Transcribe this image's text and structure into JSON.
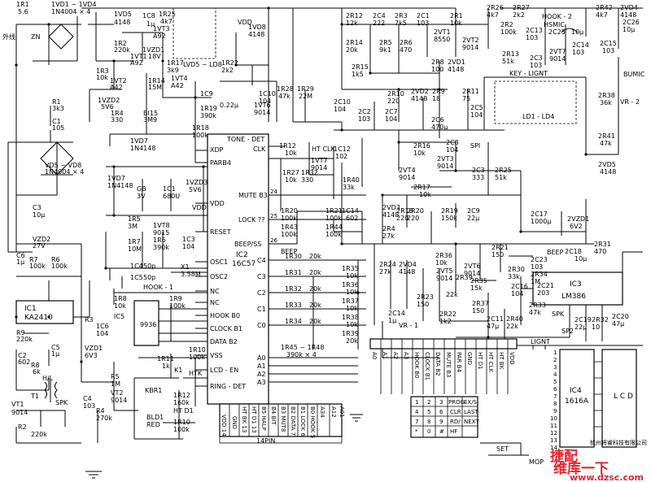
{
  "left": {
    "r1": "1R1",
    "r1v": "5.6",
    "vd1": "1VD1 ~ 1VD4",
    "vd1v": "1N4004 × 4",
    "ext": "外线",
    "zn": "ZN",
    "r2": "R1",
    "r2v": "3k3",
    "c1": "C1",
    "c1v": "105",
    "vd5": "VD5 ~ VD8",
    "vd5v": "1N4004 × 4",
    "c3": "C3",
    "c3v": "10μ",
    "vzd2": "VZD2",
    "vzd2v": "27V",
    "c6": "C6",
    "c6v": "1μ",
    "r7": "R7",
    "r7v": "100k",
    "r6": "R6",
    "r6v": "100k",
    "ic1": "IC1",
    "ic1v": "KA2410",
    "r9": "R9",
    "r9v": "220k",
    "c2": "C2",
    "c2v": "602",
    "c5": "C5",
    "c5v": "1μ",
    "r8": "R8",
    "r8v": "6k",
    "hl": "H/L",
    "t1": "T1",
    "spk": "SPK",
    "vt1": "VT1",
    "vt1v": "9014",
    "r2b": "R2",
    "r2bv": "220k"
  },
  "top": {
    "vd5": "1VD5",
    "vd5v": "4148",
    "c8": "1C8",
    "c8v": "1μ",
    "r25": "1R25",
    "r25v": "4k7",
    "vt3": "1VT3",
    "vt3v": "A92",
    "r2": "1R2",
    "r2v": "220k",
    "vt1": "1VT1",
    "vt1v": "A92",
    "vzd1": "1VZD1",
    "vzd1v": "18V",
    "r3": "1R3",
    "r3v": "10k",
    "vt2": "1VT2",
    "vt2v": "A42",
    "vzd2": "1VZD2",
    "vzd2v": "5V6",
    "r4": "1R4",
    "r4v": "330",
    "r14": "1R14",
    "r14v": "15M",
    "bi5": "BI15",
    "bi5v": "3M9",
    "r17": "1R17",
    "r17v": "3k9",
    "vt4": "1VT4",
    "vt4v": "A42",
    "vd7": "1VD7",
    "vd7v": "1N4148",
    "led": "LVD5 ~ LD8",
    "vdd": "VDD",
    "vd8": "1VD8",
    "vd8v": "4148",
    "r22": "1R22",
    "r22v": "2k2",
    "c9": "1C9",
    "c9v": "0.22μ",
    "r19": "1R19",
    "r19v": "390k",
    "c10": "1C10",
    "c10v": "104",
    "r18": "1R18",
    "r18v": "100k",
    "r28": "1R28",
    "r28v": "47k",
    "r29": "1R29",
    "r29v": "22M",
    "vt6": "1VT6",
    "vt6v": "9014"
  },
  "mid": {
    "vd7b": "1VD7",
    "vd7bv": "1N4148",
    "gb": "GB",
    "gbv": "3V",
    "c1": "1C1",
    "c1v": "680U",
    "vzd3": "1VZD3",
    "vzd3v": "5V6",
    "vdd": "VDD",
    "r5": "1R5",
    "r5v": "3M",
    "vt8": "1VT8",
    "vt8v": "9015",
    "r7": "1R7",
    "r7v": "10M",
    "r6": "1R6",
    "r6v": "390k",
    "c3": "1C3",
    "c3v": "104",
    "c4": "1C4",
    "c4v": "50p",
    "x1": "X1",
    "x1v": "3.58M",
    "c5": "1C5",
    "c5v": "50p",
    "hook1": "HOOK - 1",
    "r8": "1R8",
    "r8v": "10k",
    "r9": "1R9",
    "r9v": "100k",
    "ic5": "IC5",
    "ic5v": "9936",
    "c6": "1C6",
    "c6v": "104",
    "r3": "R3",
    "vzd1": "VZD1",
    "vzd1v": "6V3",
    "r5b": "R5",
    "r5bv": "1M",
    "vt2": "VT2",
    "vt2v": "9014",
    "c4b": "C4",
    "c4bv": "103",
    "r4": "R4",
    "r4v": "270k",
    "r11": "1R11",
    "r11v": "1k",
    "k1": "K1",
    "htk": "HTK",
    "r10": "1R10",
    "r10v": "100k",
    "kbr1": "KBR1",
    "bld1": "BLD1",
    "bld1v": "RED",
    "r12": "1R12",
    "r12v": "160k",
    "htd1": "HT D1",
    "r10b": "1R10",
    "r10bv": "100k"
  },
  "ic2": {
    "name": "IC2",
    "part": "16C57",
    "left_pins": [
      "XDP",
      "PARB4",
      "VDD",
      "RESET",
      "OSC1",
      "OSC2",
      "NC",
      "NC",
      "HOOK B0",
      "CLOCK B1",
      "DATA B2",
      "VSS",
      "LCD - EN",
      "RING - DET"
    ],
    "right_top": [
      "TONE - DET",
      "CLK"
    ],
    "right_pins": [
      "MUTE B3",
      "LOCK ??",
      "BEEP/SS",
      "C4",
      "C3",
      "C2",
      "C1",
      "C0",
      "A0",
      "A1",
      "A2",
      "A3"
    ],
    "pin_nums": [
      "24",
      "25",
      "26"
    ],
    "bottom": [
      "HT BK 13",
      "HT D1",
      "HT D1 13",
      "B5 HALP",
      "B4 BIT",
      "B3 MUT8",
      "B2 DATA 7",
      "B1 LOCK 6",
      "B0 HOOK 5",
      "A34",
      "A12",
      "A01"
    ],
    "bottom_pins": "14PIN",
    "gnd": "GND",
    "vdd": "VDD 14"
  },
  "center": {
    "r12": "2R12",
    "r12v": "12k",
    "c4": "2C4",
    "c4v": "222",
    "r3": "2R3",
    "r3v": "7k5",
    "c1": "2C1",
    "c1v": "103",
    "r1": "2R1",
    "r1v": "10k",
    "r14": "2R14",
    "r14v": "20k",
    "r5": "2R5",
    "r5v": "9k1",
    "r6": "2R6",
    "r6v": "470",
    "vt1": "2VT1",
    "vt1v": "8550",
    "vt2": "2VT2",
    "vt2v": "9014",
    "r8": "2R8",
    "r8v": "100",
    "vd1": "2VD1",
    "vd1v": "4148",
    "r15": "2R15",
    "r15v": "1k5",
    "c10": "2C10",
    "c10v": "104",
    "c2": "2C2",
    "c2v": "103",
    "r10": "2R10",
    "r10v": "220",
    "vd2": "2VD2",
    "vd2v": "4148",
    "r9": "2R9",
    "r9v": "18",
    "c6": "2C6",
    "c6v": "470μ",
    "r11": "2R11",
    "r11v": "75",
    "c5": "2C5",
    "c5v": "104",
    "c7": "2C7",
    "c7v": "104",
    "r16": "2R16",
    "r16v": "10k",
    "c8": "2C8",
    "c8v": "104",
    "spi": "SPI",
    "vt4": "2VT4",
    "vt4v": "9014",
    "vt3": "2VT3",
    "vt3v": "9014",
    "c3": "2C3",
    "c3v": "333",
    "r25": "2R25",
    "r25v": "51k",
    "r17": "2R17",
    "r17v": "10k",
    "vd3": "2VD3",
    "vd3v": "4148",
    "r20": "2R20",
    "r20v": "220",
    "r18": "2R18",
    "r18v": "220",
    "r19": "2R19",
    "r19v": "150k",
    "c9": "2C9",
    "c9v": "22μ",
    "r4": "2R4",
    "r4v": "27k"
  },
  "icright": {
    "r12": "1R12",
    "r12v": "10k",
    "vt7": "1VT7",
    "vt7v": "9014",
    "r27": "1R27",
    "r27v": "10k",
    "r32": "1R32",
    "r32v": "330",
    "c12": "1C12",
    "c12v": "102",
    "r40": "1R40",
    "r40v": "33k",
    "htclk": "HT CLK",
    "r20": "1R20",
    "r20v": "100k",
    "r21": "1R21",
    "r21v": "100k",
    "c14": "1C14",
    "c14v": "602",
    "r43": "1R43",
    "r43v": "100k",
    "r44": "1R44",
    "r44v": "100k",
    "beep": "BEEP",
    "r30": "1R30",
    "r30v": "20k",
    "r35": "1R35",
    "r35v": "10k",
    "r31": "1R31",
    "r31v": "20k",
    "r36": "1R36",
    "r36v": "10k",
    "r32b": "1R32",
    "r32bv": "20k",
    "r37": "1R37",
    "r37v": "10k",
    "r33": "1R33",
    "r33v": "20k",
    "r38": "1R38",
    "r38v": "10k",
    "r34": "1R34",
    "r34v": "20k",
    "r39": "1R39",
    "r39v": "20k",
    "r45": "1R45 ~ 1R48",
    "r45v": "390k × 4"
  },
  "right": {
    "r26": "2R26",
    "r26v": "4k7",
    "r27": "2R27",
    "r27v": "2k2",
    "hook2": "HOOK - 2",
    "r42": "2R42",
    "r42v": "4k7",
    "vd4": "2VD4",
    "vd4v": "4148",
    "r2": "2R2",
    "r2v": "100k",
    "hsmic": "HSMIC",
    "c13": "2C13",
    "c13v": "103",
    "c25": "2C25",
    "c25v": "10μ",
    "c26": "2C26",
    "c26v": "10μ",
    "r13": "2R13",
    "r13v": "51k",
    "c3": "2C3",
    "c3v": "103",
    "vt7": "2VT7",
    "vt7v": "9014",
    "c14": "2C14",
    "c14v": "103",
    "c15": "2C15",
    "c15v": "103",
    "key": "KEY - LIGNT",
    "bumic": "BUMIC",
    "r38": "2R38",
    "r38v": "36k",
    "vr2": "VR - 2",
    "ld": "LD1 - LD4",
    "r41": "2R41",
    "r41v": "47k",
    "vd5": "2VD5",
    "vd5v": "4148",
    "c17": "2C17",
    "c17v": "1000μ",
    "vzd1": "2VZD1",
    "vzd1v": "6V2"
  },
  "lower": {
    "r24": "2R24",
    "r24v": "27k",
    "vd4": "2VD4",
    "vd4v": "4148",
    "r36": "2R36",
    "r36v": "10k",
    "vt5": "2VT5",
    "vt5v": "9014",
    "r39": "2R39",
    "vt6": "2VT6",
    "vt6v": "9014",
    "r21": "2R21",
    "r21v": "150",
    "r35": "2R35",
    "r35v": "15k",
    "r22v": "22k",
    "c14": "2C14",
    "c14v": "1μ",
    "vr1": "VR - 1",
    "r23": "2R23",
    "r23v": "150",
    "r22": "2R22",
    "r22v2": "1k2",
    "r37": "2R37",
    "r37v": "150",
    "beep": "BEEP",
    "c18": "2C18",
    "c18v": "10μ",
    "r31": "2R31",
    "r31v": "470",
    "r30": "2R30",
    "r30v": "33k",
    "c23": "2C23",
    "c23v": "103",
    "r34": "2R34",
    "r34v": "1M",
    "c16": "2C16",
    "c16v": "104",
    "c21": "2C21",
    "c21v": "203",
    "r33": "2R33",
    "r33v": "47k",
    "ic3": "IC3",
    "ic3v": "LM386",
    "c11": "2C11",
    "c11v": "47μ",
    "r40": "2R40",
    "r40v": "22k",
    "spk": "SPK",
    "sp2": "SP2",
    "c19": "2C19",
    "c19v": "22μ",
    "r32": "2R32",
    "r32v": "10",
    "c20": "2C20",
    "c20v": "47μ",
    "lignt": "LIGNT",
    "ic4": "IC4",
    "ic4v": "1616A",
    "lcd": "L C D"
  },
  "connector": {
    "top_labels": [
      "A0",
      "A1",
      "A2",
      "A3",
      "HOOK B0",
      "CLOCK B1",
      "DATA B2",
      "MUTE B3",
      "PAR B4",
      "GND",
      "HT D1",
      "HT CLK",
      "HT BK",
      "VDD"
    ],
    "nums": [
      "1",
      "2",
      "3",
      "4",
      "5",
      "6",
      "7",
      "8",
      "9",
      "10",
      "11",
      "12",
      "13",
      "14"
    ],
    "keypad": [
      "1",
      "2",
      "3",
      "PROG",
      "EX/S",
      "4",
      "5",
      "6",
      "CLR",
      "LAST",
      "7",
      "8",
      "9",
      "RD/",
      "NEXT",
      "*",
      "0",
      "#",
      "HF"
    ],
    "set": "SET",
    "mop": "MOP"
  },
  "watermark": {
    "left": "维库一下",
    "url": "www.dzsc.com",
    "brand": "捷配",
    "sub": "杭州将睿科技有限公司"
  }
}
